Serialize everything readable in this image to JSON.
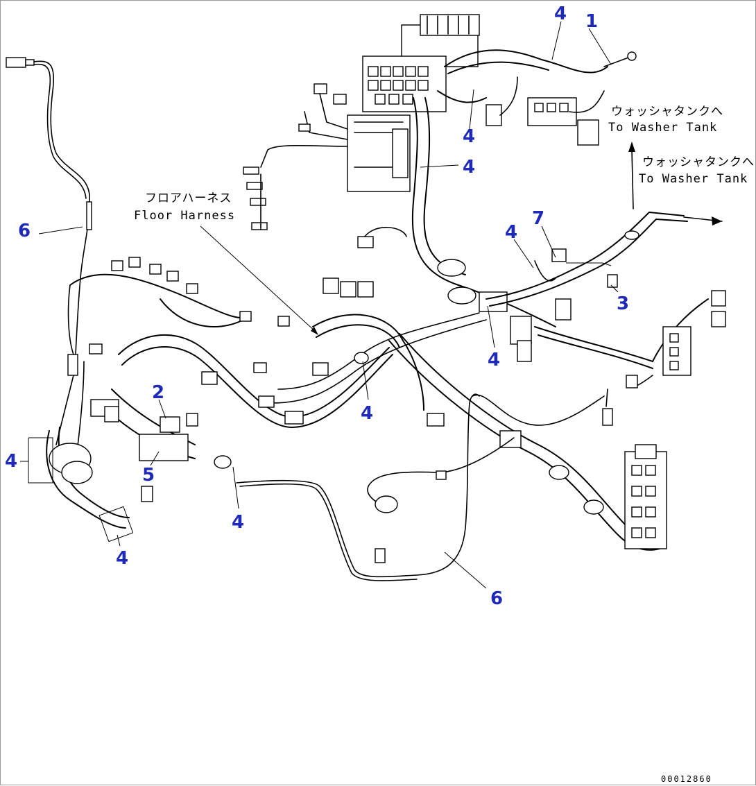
{
  "colors": {
    "callout": "#1f2bb8",
    "line": "#000000",
    "background": "#ffffff"
  },
  "notes": {
    "washer_tank_1": {
      "jp": "ウォッシャタンクへ",
      "en": "To Washer Tank"
    },
    "washer_tank_2": {
      "jp": "ウォッシャタンクへ",
      "en": "To Washer Tank"
    },
    "floor_harness": {
      "jp": "フロアハーネス",
      "en": "Floor Harness"
    }
  },
  "callouts": {
    "c1": "1",
    "c2": "2",
    "c3": "3",
    "c5": "5",
    "c7": "7",
    "c4_top": "4",
    "c4_mid1": "4",
    "c4_mid2": "4",
    "c4_mid3": "4",
    "c4_center": "4",
    "c4_right": "4",
    "c4_low_mid": "4",
    "c4_left": "4",
    "c4_bottom_left": "4",
    "c6_left": "6",
    "c6_bottom": "6"
  },
  "drawing_number": "00012860"
}
